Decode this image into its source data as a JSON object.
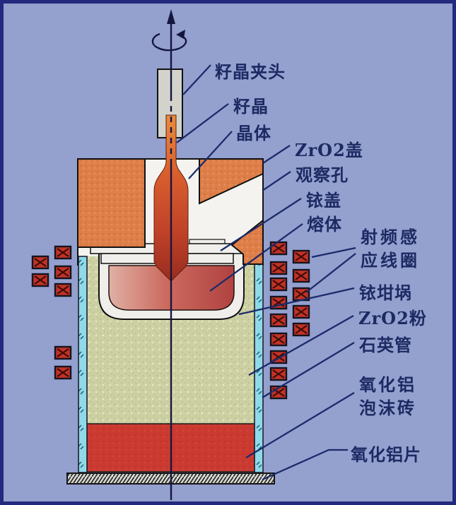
{
  "labels": {
    "seed_chuck": "籽晶夹头",
    "seed_crystal": "籽晶",
    "crystal": "晶体",
    "zro2_cover": "ZrO2盖",
    "observation_hole": "观察孔",
    "iridium_cover": "铱盖",
    "melt": "熔体",
    "rf_coil_line1": "射频感",
    "rf_coil_line2": "应线圈",
    "iridium_crucible": "铱坩埚",
    "zro2_powder": "ZrO2粉",
    "quartz_tube": "石英管",
    "alumina_foam_brick_line1": "氧化铝",
    "alumina_foam_brick_line2": "泡沫砖",
    "alumina_sheet": "氧化铝片"
  },
  "colors": {
    "background": "#94a0ce",
    "frame": "#23297c",
    "label_text": "#1c2a63",
    "leader_line": "#1b2a6a",
    "axis_line": "#15163e",
    "zro2_cover_orange": "#de7e49",
    "cover_opening_white": "#f4f3ef",
    "crystal_top": "#ea8c3c",
    "crystal_bottom": "#992c1f",
    "melt_light": "#e0b0a4",
    "melt_dark": "#b04240",
    "crucible_white": "#efeeea",
    "zro2_powder_khaki": "#cdd0a3",
    "quartz_tube_cyan": "#8fd9e9",
    "foam_brick_red": "#cb3a31",
    "coil_red": "#c23226",
    "plate_gray": "#d8d8d2",
    "seed_chuck_gray": "#d3d3cc"
  }
}
